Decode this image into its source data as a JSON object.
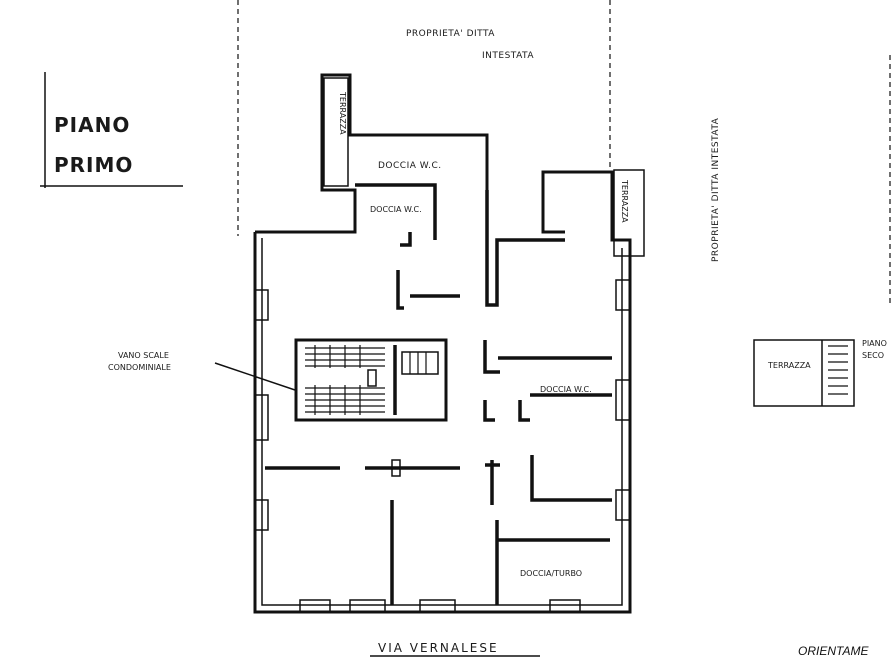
{
  "title": {
    "line1": "PIANO",
    "line2": "PRIMO"
  },
  "labels": {
    "neighbor_top_1": "PROPRIETA' DITTA",
    "neighbor_top_2": "INTESTATA",
    "neighbor_right": "PROPRIETA' DITTA INTESTATA",
    "terrace_top": "TERRAZZA",
    "terrace_right": "TERRAZZA",
    "terrace_second_floor": "TERRAZZA",
    "second_floor_1": "PIANO",
    "second_floor_2": "SECO",
    "bath_1": "DOCCIA W.C.",
    "bath_2": "DOCCIA W.C.",
    "bath_3": "DOCCIA W.C.",
    "bath_4": "DOCCIA/TURBO",
    "stairwell_1": "VANO SCALE",
    "stairwell_2": "CONDOMINIALE",
    "street": "VIA VERNALESE",
    "orientation": "ORIENTAME"
  }
}
